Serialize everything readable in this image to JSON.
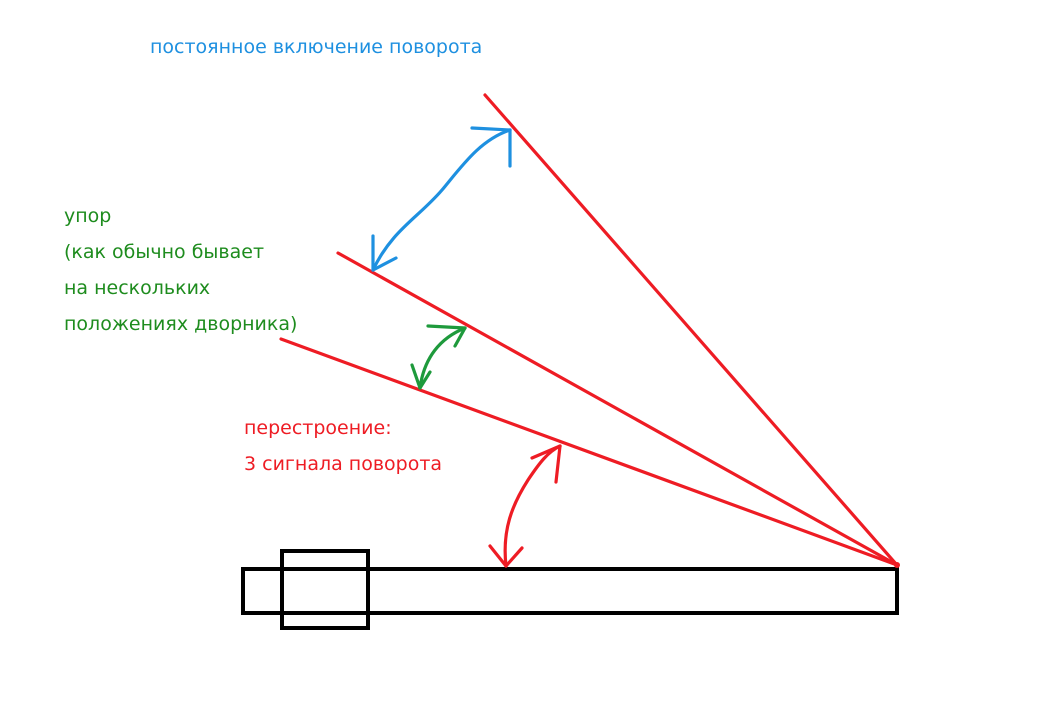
{
  "colors": {
    "background": "#ffffff",
    "wiper_lines": "#ee1c24",
    "constant_turn": "#1e90e0",
    "stop": "#1e8c1e",
    "lane_change": "#ee1c24",
    "stalk": "#000000"
  },
  "labels": {
    "constant_turn": "постоянное включение поворота",
    "stop": {
      "line1": "упор",
      "line2": "(как обычно бывает",
      "line3": "на нескольких",
      "line4": "положениях дворника)"
    },
    "lane_change": {
      "line1": "перестроение:",
      "line2": "3 сигнала поворота"
    }
  }
}
